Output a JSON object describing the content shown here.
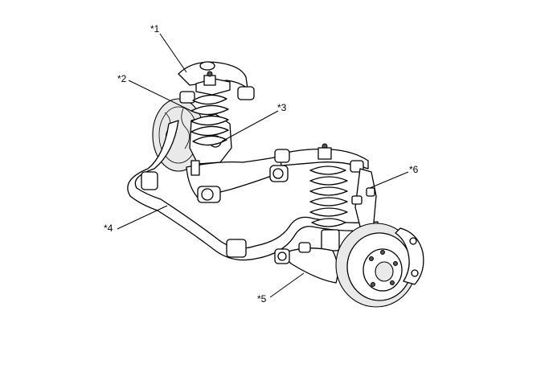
{
  "callouts": [
    {
      "id": "c1",
      "label": "*1"
    },
    {
      "id": "c2",
      "label": "*2"
    },
    {
      "id": "c3",
      "label": "*3"
    },
    {
      "id": "c4",
      "label": "*4"
    },
    {
      "id": "c5",
      "label": "*5"
    },
    {
      "id": "c6",
      "label": "*6"
    }
  ]
}
